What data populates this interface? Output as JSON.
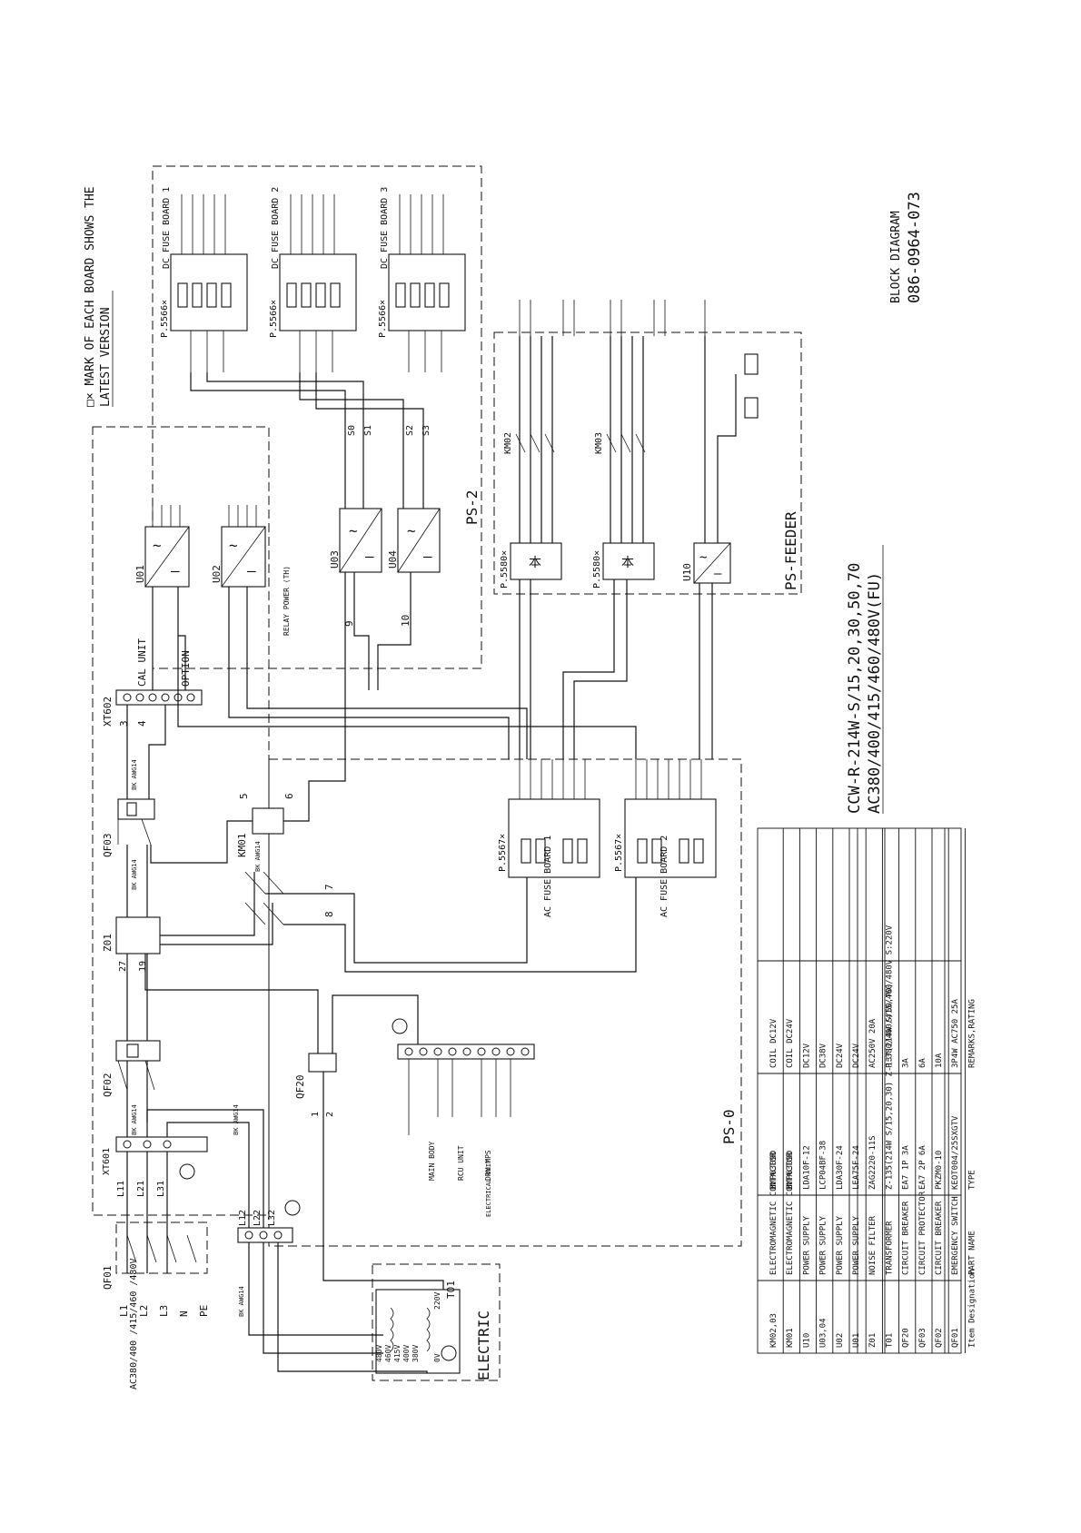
{
  "notes": {
    "mark_note_1": "□× MARK OF EACH BOARD SHOWS THE",
    "mark_note_2": "LATEST VERSION"
  },
  "title_block": {
    "model": "CCW-R-214W-S/15,20,30,50,70",
    "voltage": "AC380/400/415/460/480V(FU)",
    "diagram_name": "BLOCK DIAGRAM",
    "drawing_no": "086-0964-073"
  },
  "areas": {
    "ps0": "PS-0",
    "ps2": "PS-2",
    "ps_feeder": "PS-FEEDER",
    "electric": "ELECTRIC"
  },
  "mains": {
    "lines": [
      "L1",
      "L2",
      "L3",
      "N",
      "PE"
    ],
    "supply": "AC380/400 /415/460 /480V"
  },
  "components": {
    "qf01": "QF01",
    "qf02": "QF02",
    "qf03": "QF03",
    "qf20": "QF20",
    "xt601": "XT601",
    "xt602": "XT602",
    "km01": "KM01",
    "km02": "KM02",
    "km03": "KM03",
    "t01": "T01",
    "z01": "Z01",
    "u01": "U01",
    "u02": "U02",
    "u03": "U03",
    "u04": "U04",
    "u10": "U10",
    "dc_fuse_1": "DC FUSE BOARD 1",
    "dc_fuse_2": "DC FUSE BOARD 2",
    "dc_fuse_3": "DC FUSE BOARD 3",
    "ac_fuse_1": "AC FUSE BOARD 1",
    "ac_fuse_2": "AC FUSE BOARD 2",
    "p5566_1": "P.5566×",
    "p5566_2": "P.5566×",
    "p5566_3": "P.5566×",
    "p5567_1": "P.5567×",
    "p5567_2": "P.5567×",
    "p5580_1": "P.5580×",
    "p5580_2": "P.5580×",
    "cal_unit": "CAL UNIT",
    "option": "OPTION",
    "main_body": "MAIN BODY",
    "rcu_unit": "RCU UNIT",
    "drv_mps": "DRV MPS",
    "electrical_unit": "ELECTRICAL UNIT",
    "relay_power": "RELAY POWER (TH)"
  },
  "wires": {
    "bk_awg14": "BK AWG14",
    "l11": "L11",
    "l21": "L21",
    "l31": "L31",
    "l12": "L12",
    "l22": "L22",
    "l32": "L32",
    "wire_1": "1",
    "wire_2": "2",
    "wire_3": "3",
    "wire_4": "4",
    "wire_5": "5",
    "wire_6": "6",
    "wire_7": "7",
    "wire_8": "8",
    "wire_9": "9",
    "wire_10": "10",
    "wire_19": "19",
    "wire_27": "27",
    "wire_s0": "S0",
    "wire_s1": "S1",
    "wire_s2": "S2",
    "wire_s3": "S3"
  },
  "transformer": {
    "taps": [
      "480V",
      "460V",
      "415V",
      "400V",
      "380V",
      "0V"
    ],
    "secondary_1": "220V",
    "secondary_0": "0V"
  },
  "parts_table": {
    "headers": [
      "Item Designation",
      "PART NAME",
      "TYPE",
      "REMARKS,RATING"
    ],
    "rows": [
      [
        "KM02,03",
        "ELECTROMAGNETIC CONTACTOR",
        "BMP6309D",
        "COIL DC12V"
      ],
      [
        "KM01",
        "ELECTROMAGNETIC CONTACTOR",
        "BMP6309D",
        "COIL DC24V"
      ],
      [
        "U10",
        "POWER SUPPLY",
        "LDA10F-12",
        "DC12V"
      ],
      [
        "U03,04",
        "POWER SUPPLY",
        "LCP04BF-38",
        "DC38V"
      ],
      [
        "U02",
        "POWER SUPPLY",
        "LDA30F-24",
        "DC24V"
      ],
      [
        "U01",
        "POWER SUPPLY",
        "LEA75F-24",
        "DC24V"
      ],
      [
        "Z01",
        "NOISE FILTER",
        "ZAG2220-11S",
        "AC250V 20A"
      ],
      [
        "T01",
        "TRANSFORMER",
        "Z-135(214W S/15,20,30) Z-137(214W S/50,70)",
        "P:380/400/415/460/480V S:220V"
      ],
      [
        "QF20",
        "CIRCUIT BREAKER",
        "EA7 1P 3A",
        "3A"
      ],
      [
        "QF03",
        "CIRCUIT PROTECTOR",
        "EA7 2P 6A",
        "6A"
      ],
      [
        "QF02",
        "CIRCUIT BREAKER",
        "PKZM0-10",
        "10A"
      ],
      [
        "QF01",
        "EMERGENCY SWITCH",
        "KEOT004/25SXGTV",
        "3P4W AC750 25A"
      ]
    ]
  }
}
